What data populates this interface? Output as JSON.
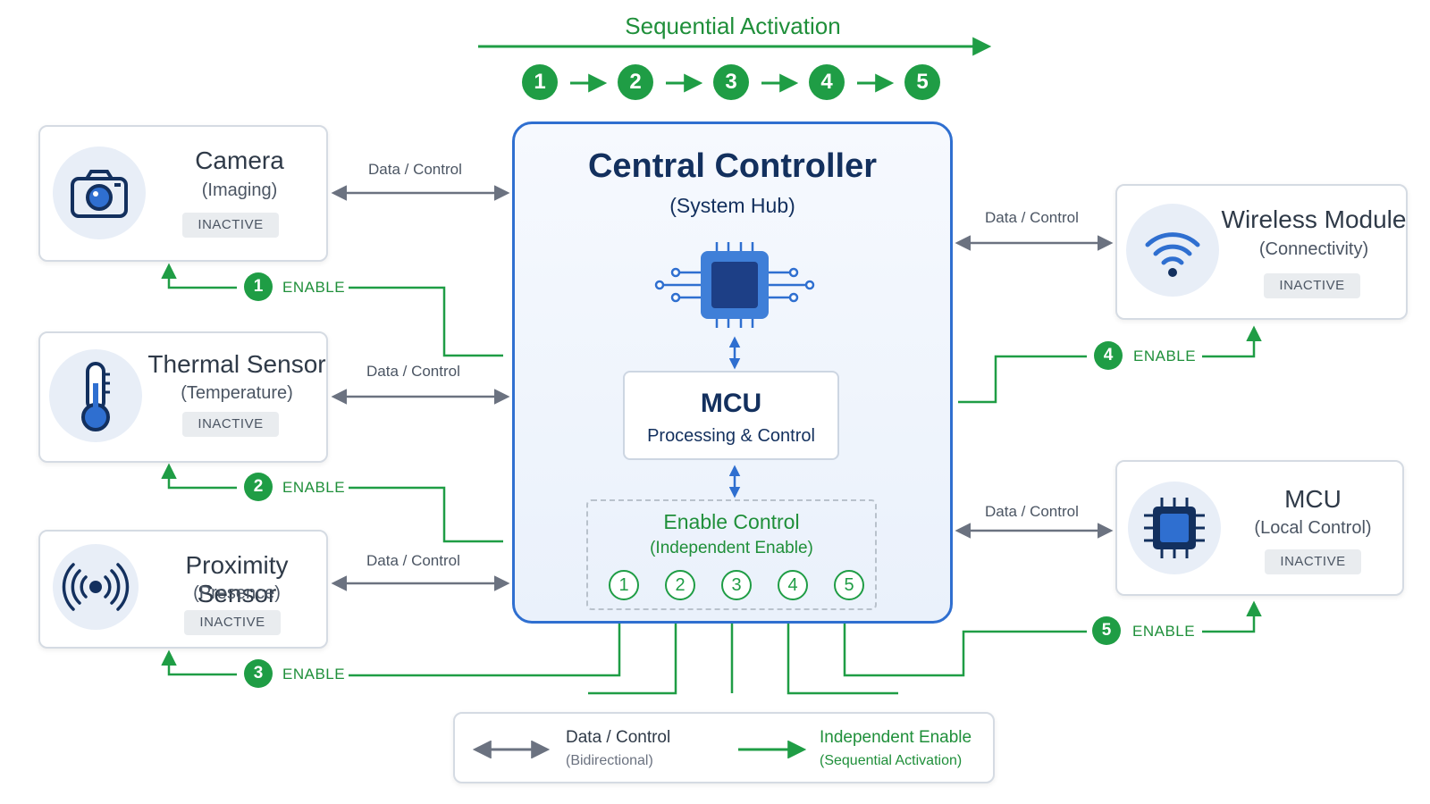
{
  "header": {
    "title": "Sequential Activation",
    "steps": [
      "1",
      "2",
      "3",
      "4",
      "5"
    ]
  },
  "central": {
    "title": "Central Controller",
    "subtitle": "(System Hub)",
    "mcu": {
      "title": "MCU",
      "subtitle": "Processing & Control"
    },
    "enable_control": {
      "title": "Enable Control",
      "subtitle": "(Independent Enable)",
      "channels": [
        "1",
        "2",
        "3",
        "4",
        "5"
      ]
    }
  },
  "devices": {
    "camera": {
      "title": "Camera",
      "subtitle": "(Imaging)",
      "status": "INACTIVE",
      "enable_num": "1"
    },
    "thermal": {
      "title": "Thermal Sensor",
      "subtitle": "(Temperature)",
      "status": "INACTIVE",
      "enable_num": "2"
    },
    "proximity": {
      "title": "Proximity Sensor",
      "subtitle": "(Presence)",
      "status": "INACTIVE",
      "enable_num": "3"
    },
    "wireless": {
      "title": "Wireless Module",
      "subtitle": "(Connectivity)",
      "status": "INACTIVE",
      "enable_num": "4"
    },
    "mcu_local": {
      "title": "MCU",
      "subtitle": "(Local Control)",
      "status": "INACTIVE",
      "enable_num": "5"
    }
  },
  "links": {
    "data_control_label": "Data / Control",
    "enable_label": "ENABLE"
  },
  "legend": {
    "data_control": {
      "title": "Data / Control",
      "subtitle": "(Bidirectional)"
    },
    "enable": {
      "title": "Independent Enable",
      "subtitle": "(Sequential Activation)"
    }
  },
  "colors": {
    "green": "#1f9d45",
    "navy": "#13305e",
    "blue": "#2f6fd0",
    "gray_arrow": "#6b7280"
  },
  "icons": {
    "camera": "camera-icon",
    "thermal": "thermometer-icon",
    "proximity": "proximity-signal-icon",
    "wireless": "wifi-icon",
    "mcu_local": "chip-icon",
    "central": "chip-icon"
  }
}
